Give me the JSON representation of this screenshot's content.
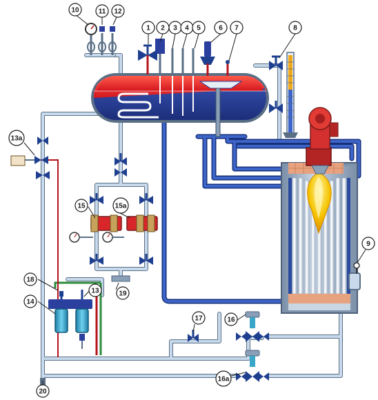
{
  "callouts": {
    "c1": "1",
    "c2": "2",
    "c3": "3",
    "c4": "4",
    "c5": "5",
    "c6": "6",
    "c7": "7",
    "c8": "8",
    "c9": "9",
    "c10": "10",
    "c11": "11",
    "c12": "12",
    "c13": "13",
    "c13a": "13a",
    "c14": "14",
    "c15": "15",
    "c15a": "15a",
    "c16": "16",
    "c16a": "16a",
    "c17": "17",
    "c18": "18",
    "c19": "19",
    "c20": "20"
  },
  "colors": {
    "drum_top": "#e8232b",
    "drum_bottom": "#2a3f9e",
    "pipe_light": "#b9cfe0",
    "pipe_outline": "#5a6f86",
    "pipe_dark": "#2a4aa0",
    "pipe_red": "#b5121b",
    "pipe_green": "#2e8b3d",
    "valve_blue": "#1e3f8f",
    "pump_red": "#d9262b",
    "filter_teal": "#3aa7c9",
    "boiler_shell": "#9fb2c8",
    "boiler_inner": "#c9d6e4",
    "burner_red": "#d43030",
    "flame_yellow": "#f5c400",
    "refractory": "#e7a27f"
  },
  "icons": [
    "pressure-gauge-icon",
    "globe-valve-icon",
    "safety-valve-icon",
    "solenoid-valve-icon",
    "feed-pump-icon",
    "burner-icon",
    "sight-glass-icon",
    "filter-icon"
  ]
}
